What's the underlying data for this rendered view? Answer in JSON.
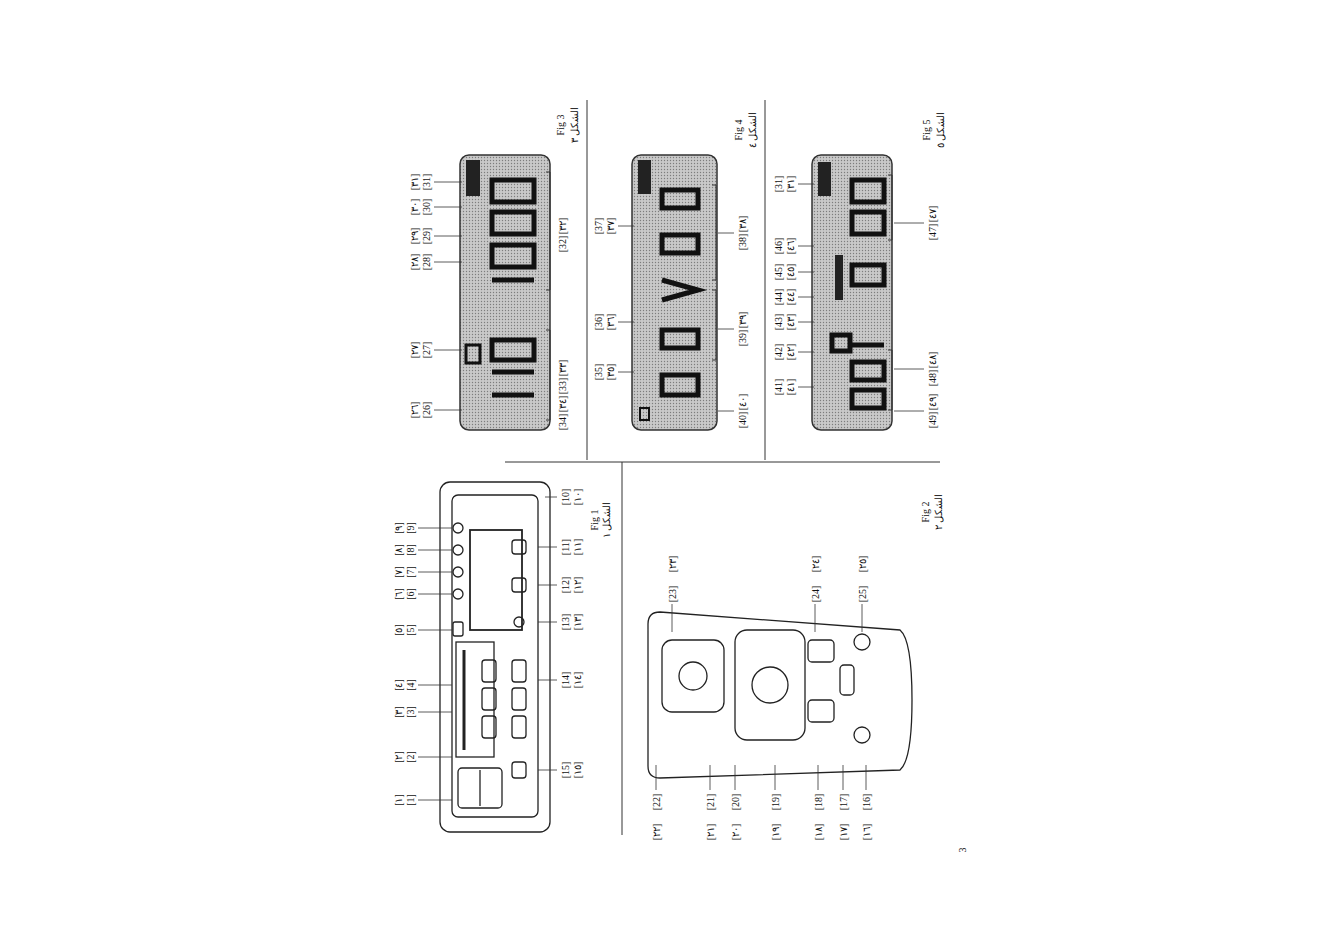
{
  "diagram": {
    "labels": [
      "[26]",
      "[٢٦]",
      "[27]",
      "[٢٧]",
      "[28]",
      "[٢٨]",
      "[29]",
      "[٢٩]",
      "[30]",
      "[٣٠]",
      "[31]",
      "[٣١]",
      "[34]",
      "[٣٤]",
      "[33]",
      "[٣٣]",
      "[32]",
      "[٣٢]",
      "Fig 3",
      "الشكل ٣",
      "[35]",
      "[٣٥]",
      "[36]",
      "[٣٦]",
      "[37]",
      "[٣٧]",
      "[40]",
      "[٤٠]",
      "[39]",
      "[٣٩]",
      "[38]",
      "[٣٨]",
      "Fig 4",
      "الشكل ٤",
      "[41]",
      "[٤١]",
      "[42]",
      "[٤٢]",
      "[43]",
      "[٤٣]",
      "[44]",
      "[٤٤]",
      "[45]",
      "[٤٥]",
      "[46]",
      "[٤٦]",
      "[31]",
      "[٣١]",
      "[49]",
      "[٤٩]",
      "[48]",
      "[٤٨]",
      "[47]",
      "[٤٧]",
      "Fig 5",
      "الشكل ٥",
      "[1]",
      "[١]",
      "[2]",
      "[٢]",
      "[3]",
      "[٣]",
      "[4]",
      "[٤]",
      "[5]",
      "[٥]",
      "[6]",
      "[٦]",
      "[7]",
      "[٧]",
      "[8]",
      "[٨]",
      "[9]",
      "[٩]",
      "[15]",
      "[١٥]",
      "[14]",
      "[١٤]",
      "[13]",
      "[١٣]",
      "[12]",
      "[١٢]",
      "[11]",
      "[١١]",
      "[10]",
      "[١٠]",
      "Fig 1",
      "الشكل ١",
      "[22]",
      "[٢٢]",
      "[21]",
      "[٢١]",
      "[20]",
      "[٢٠]",
      "[19]",
      "[١٩]",
      "[18]",
      "[١٨]",
      "[17]",
      "[١٧]",
      "[16]",
      "[١٦]",
      "[23]",
      "[٢٣]",
      "[24]",
      "[٢٤]",
      "[25]",
      "[٢٥]",
      "Fig 2",
      "الشكل ٢",
      "3"
    ]
  }
}
